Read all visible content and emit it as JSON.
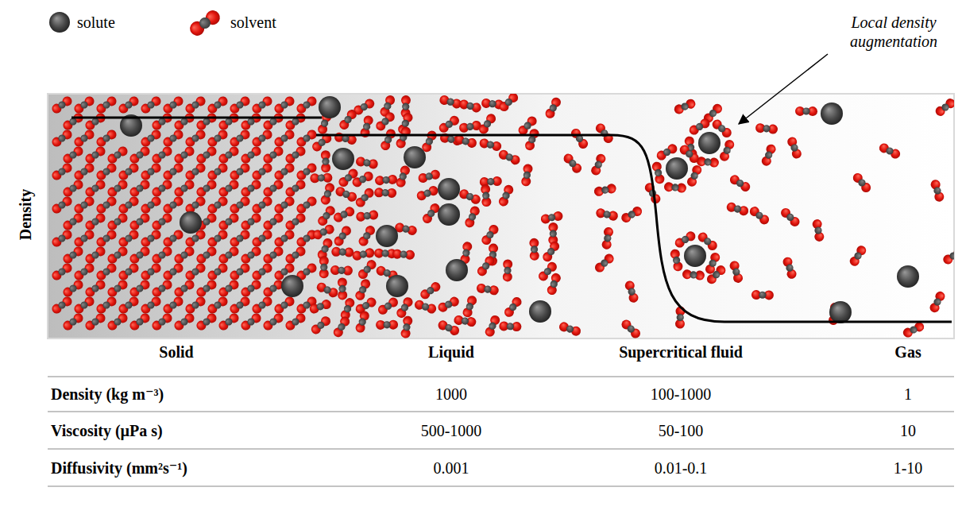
{
  "diagram": {
    "labels": [
      "Local density augmentation",
      "Density",
      "Solid",
      "Liquid",
      "Supercritical fluid",
      "Gas",
      "Density (kg m⁻³)",
      "1000",
      "100-1000",
      "1",
      "Viscosity (µPa s)",
      "500-1000",
      "50-100",
      "10",
      "Diffusivity (mm²s⁻¹)",
      "0.001",
      "0.01-0.1",
      "1-10"
    ],
    "legend": [
      {
        "text": "solute"
      },
      {
        "text": "solvent"
      }
    ]
  }
}
